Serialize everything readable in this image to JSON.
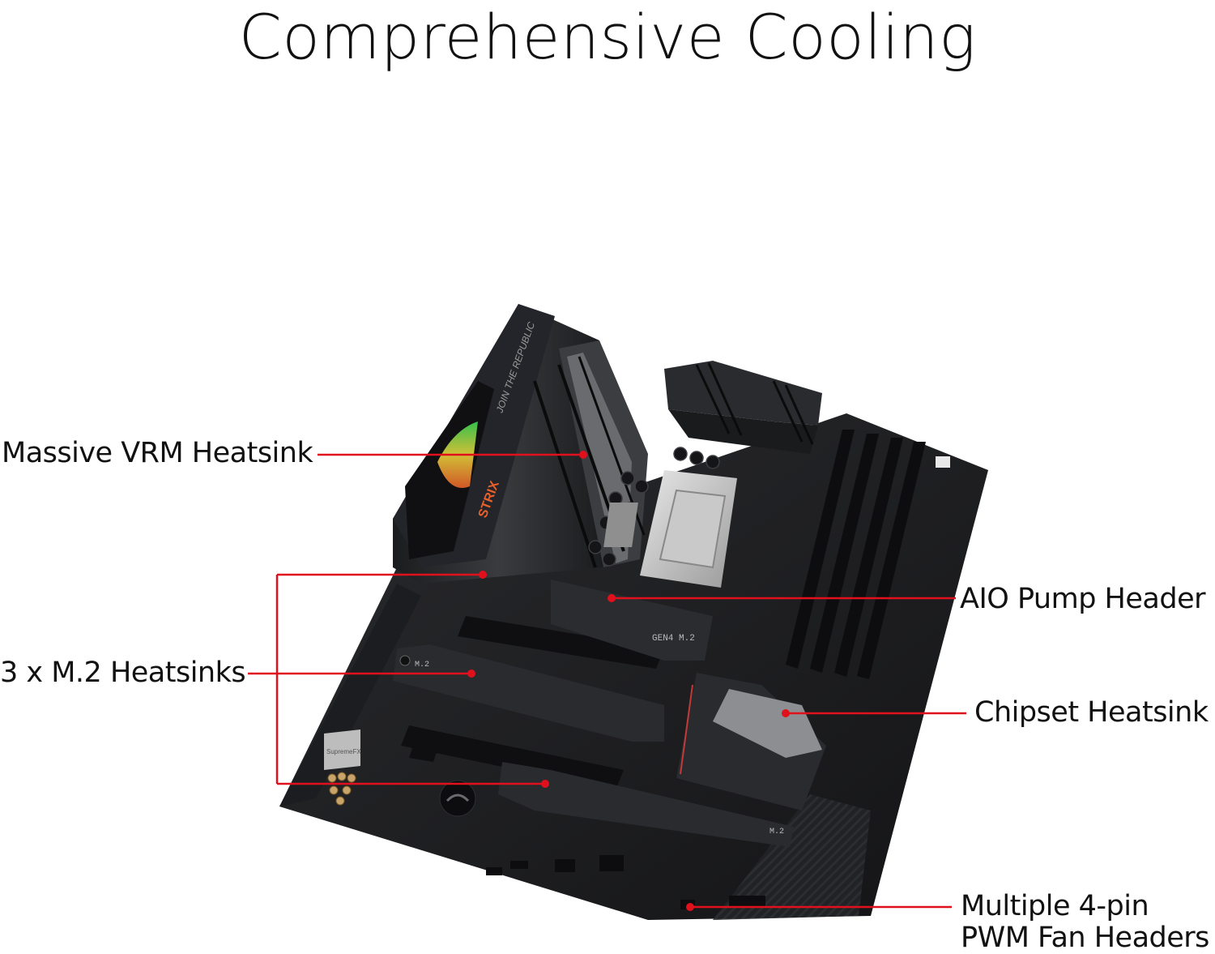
{
  "title": "Comprehensive Cooling",
  "accent_color": "#e0101c",
  "board": {
    "heatsink_text": "JOIN THE REPUBLIC",
    "brand_text": "STRIX",
    "m2_label_1": "GEN4 M.2",
    "m2_label_2": "M.2",
    "m2_label_3": "M.2",
    "audio_chip": "SupremeFX"
  },
  "callouts": [
    {
      "id": "vrm",
      "label": "Massive VRM Heatsink"
    },
    {
      "id": "m2",
      "label": "3 x M.2 Heatsinks"
    },
    {
      "id": "aio",
      "label": "AIO Pump Header"
    },
    {
      "id": "chipset",
      "label": "Chipset Heatsink"
    },
    {
      "id": "fan",
      "label_line1": "Multiple 4-pin",
      "label_line2": "PWM Fan Headers"
    }
  ]
}
